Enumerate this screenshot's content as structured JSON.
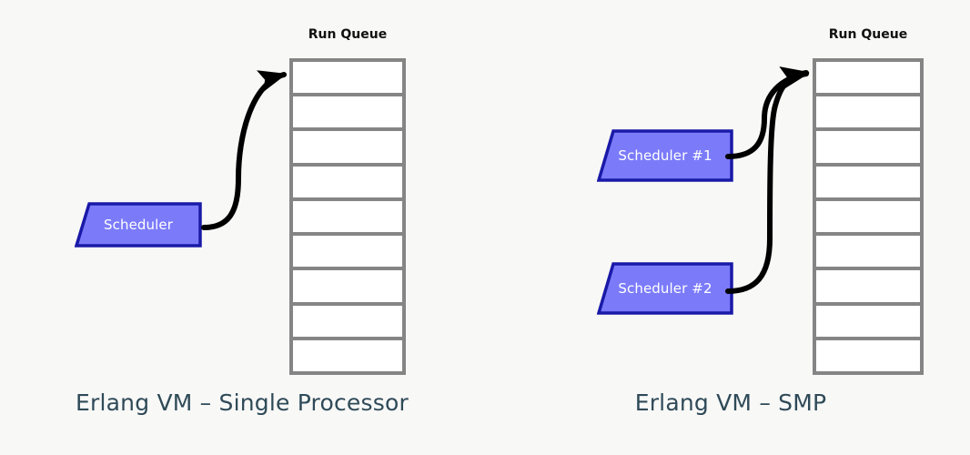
{
  "background_color": "#f8f8f7",
  "colors": {
    "scheduler_fill": "#7b7bfa",
    "scheduler_border": "#1a1aa8",
    "scheduler_text": "#ffffff",
    "queue_border": "#858585",
    "queue_cell_fill": "#ffffff",
    "arrow": "#000000",
    "caption_text": "#2f4a58",
    "queue_label_text": "#111111"
  },
  "panels": [
    {
      "id": "single-processor",
      "caption": "Erlang VM – Single Processor",
      "queue": {
        "label": "Run Queue",
        "cell_count": 9,
        "cells": [
          "",
          "",
          "",
          "",
          "",
          "",
          "",
          "",
          ""
        ]
      },
      "schedulers": [
        {
          "label": "Scheduler"
        }
      ],
      "arrows": [
        {
          "from": "Scheduler",
          "to": "Run Queue"
        }
      ]
    },
    {
      "id": "smp",
      "caption": "Erlang VM – SMP",
      "queue": {
        "label": "Run Queue",
        "cell_count": 9,
        "cells": [
          "",
          "",
          "",
          "",
          "",
          "",
          "",
          "",
          ""
        ]
      },
      "schedulers": [
        {
          "label": "Scheduler #1"
        },
        {
          "label": "Scheduler #2"
        }
      ],
      "arrows": [
        {
          "from": "Scheduler #1",
          "to": "Run Queue"
        },
        {
          "from": "Scheduler #2",
          "to": "Run Queue"
        }
      ]
    }
  ]
}
